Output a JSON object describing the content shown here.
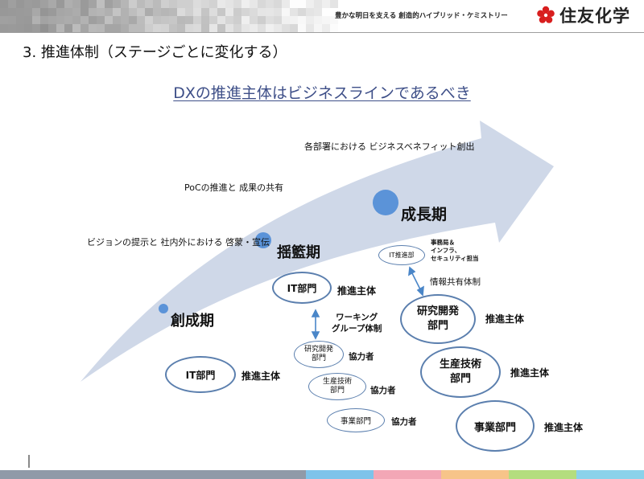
{
  "header": {
    "tagline": "豊かな明日を支える 創造的ハイブリッド・ケミストリー",
    "brand_name": "住友化学"
  },
  "page_title": "3. 推進体制（ステージごとに変化する）",
  "heading": "DXの推進主体はビジネスラインであるべき",
  "colors": {
    "arrow": "#cfd8e8",
    "dot": "#5b93d8",
    "ellipse_border": "#5b7fae",
    "heading_text": "#3e4f88",
    "brand_red": "#d81e1e",
    "footer_bars": [
      "#909aa8",
      "#7ec3ea",
      "#f3a7b6",
      "#f7c489",
      "#b4dd7e",
      "#8bd2ea"
    ]
  },
  "phases": [
    {
      "name": "創成期",
      "description": "ビジョンの提示と\n社内外における\n啓蒙・宣伝"
    },
    {
      "name": "揺籃期",
      "description": "PoCの推進と\n成果の共有"
    },
    {
      "name": "成長期",
      "description": "各部署における\nビジネスベネフィット創出"
    }
  ],
  "stage1": {
    "it_dept": "IT部門",
    "role": "推進主体"
  },
  "stage2": {
    "it_dept": "IT部門",
    "role": "推進主体",
    "link_label": "ワーキング\nグループ体制",
    "rnd": "研究開発\n部門",
    "rnd_role": "協力者",
    "prod_tech": "生産技術\n部門",
    "prod_tech_role": "協力者",
    "business": "事業部門",
    "business_role": "協力者"
  },
  "stage3": {
    "it_promo": "IT推進部",
    "support": "事務局＆\nインフラ、\nセキュリティ担当",
    "link_label": "情報共有体制",
    "rnd": "研究開発\n部門",
    "rnd_role": "推進主体",
    "prod_tech": "生産技術\n部門",
    "prod_tech_role": "推進主体",
    "business": "事業部門",
    "business_role": "推進主体"
  }
}
